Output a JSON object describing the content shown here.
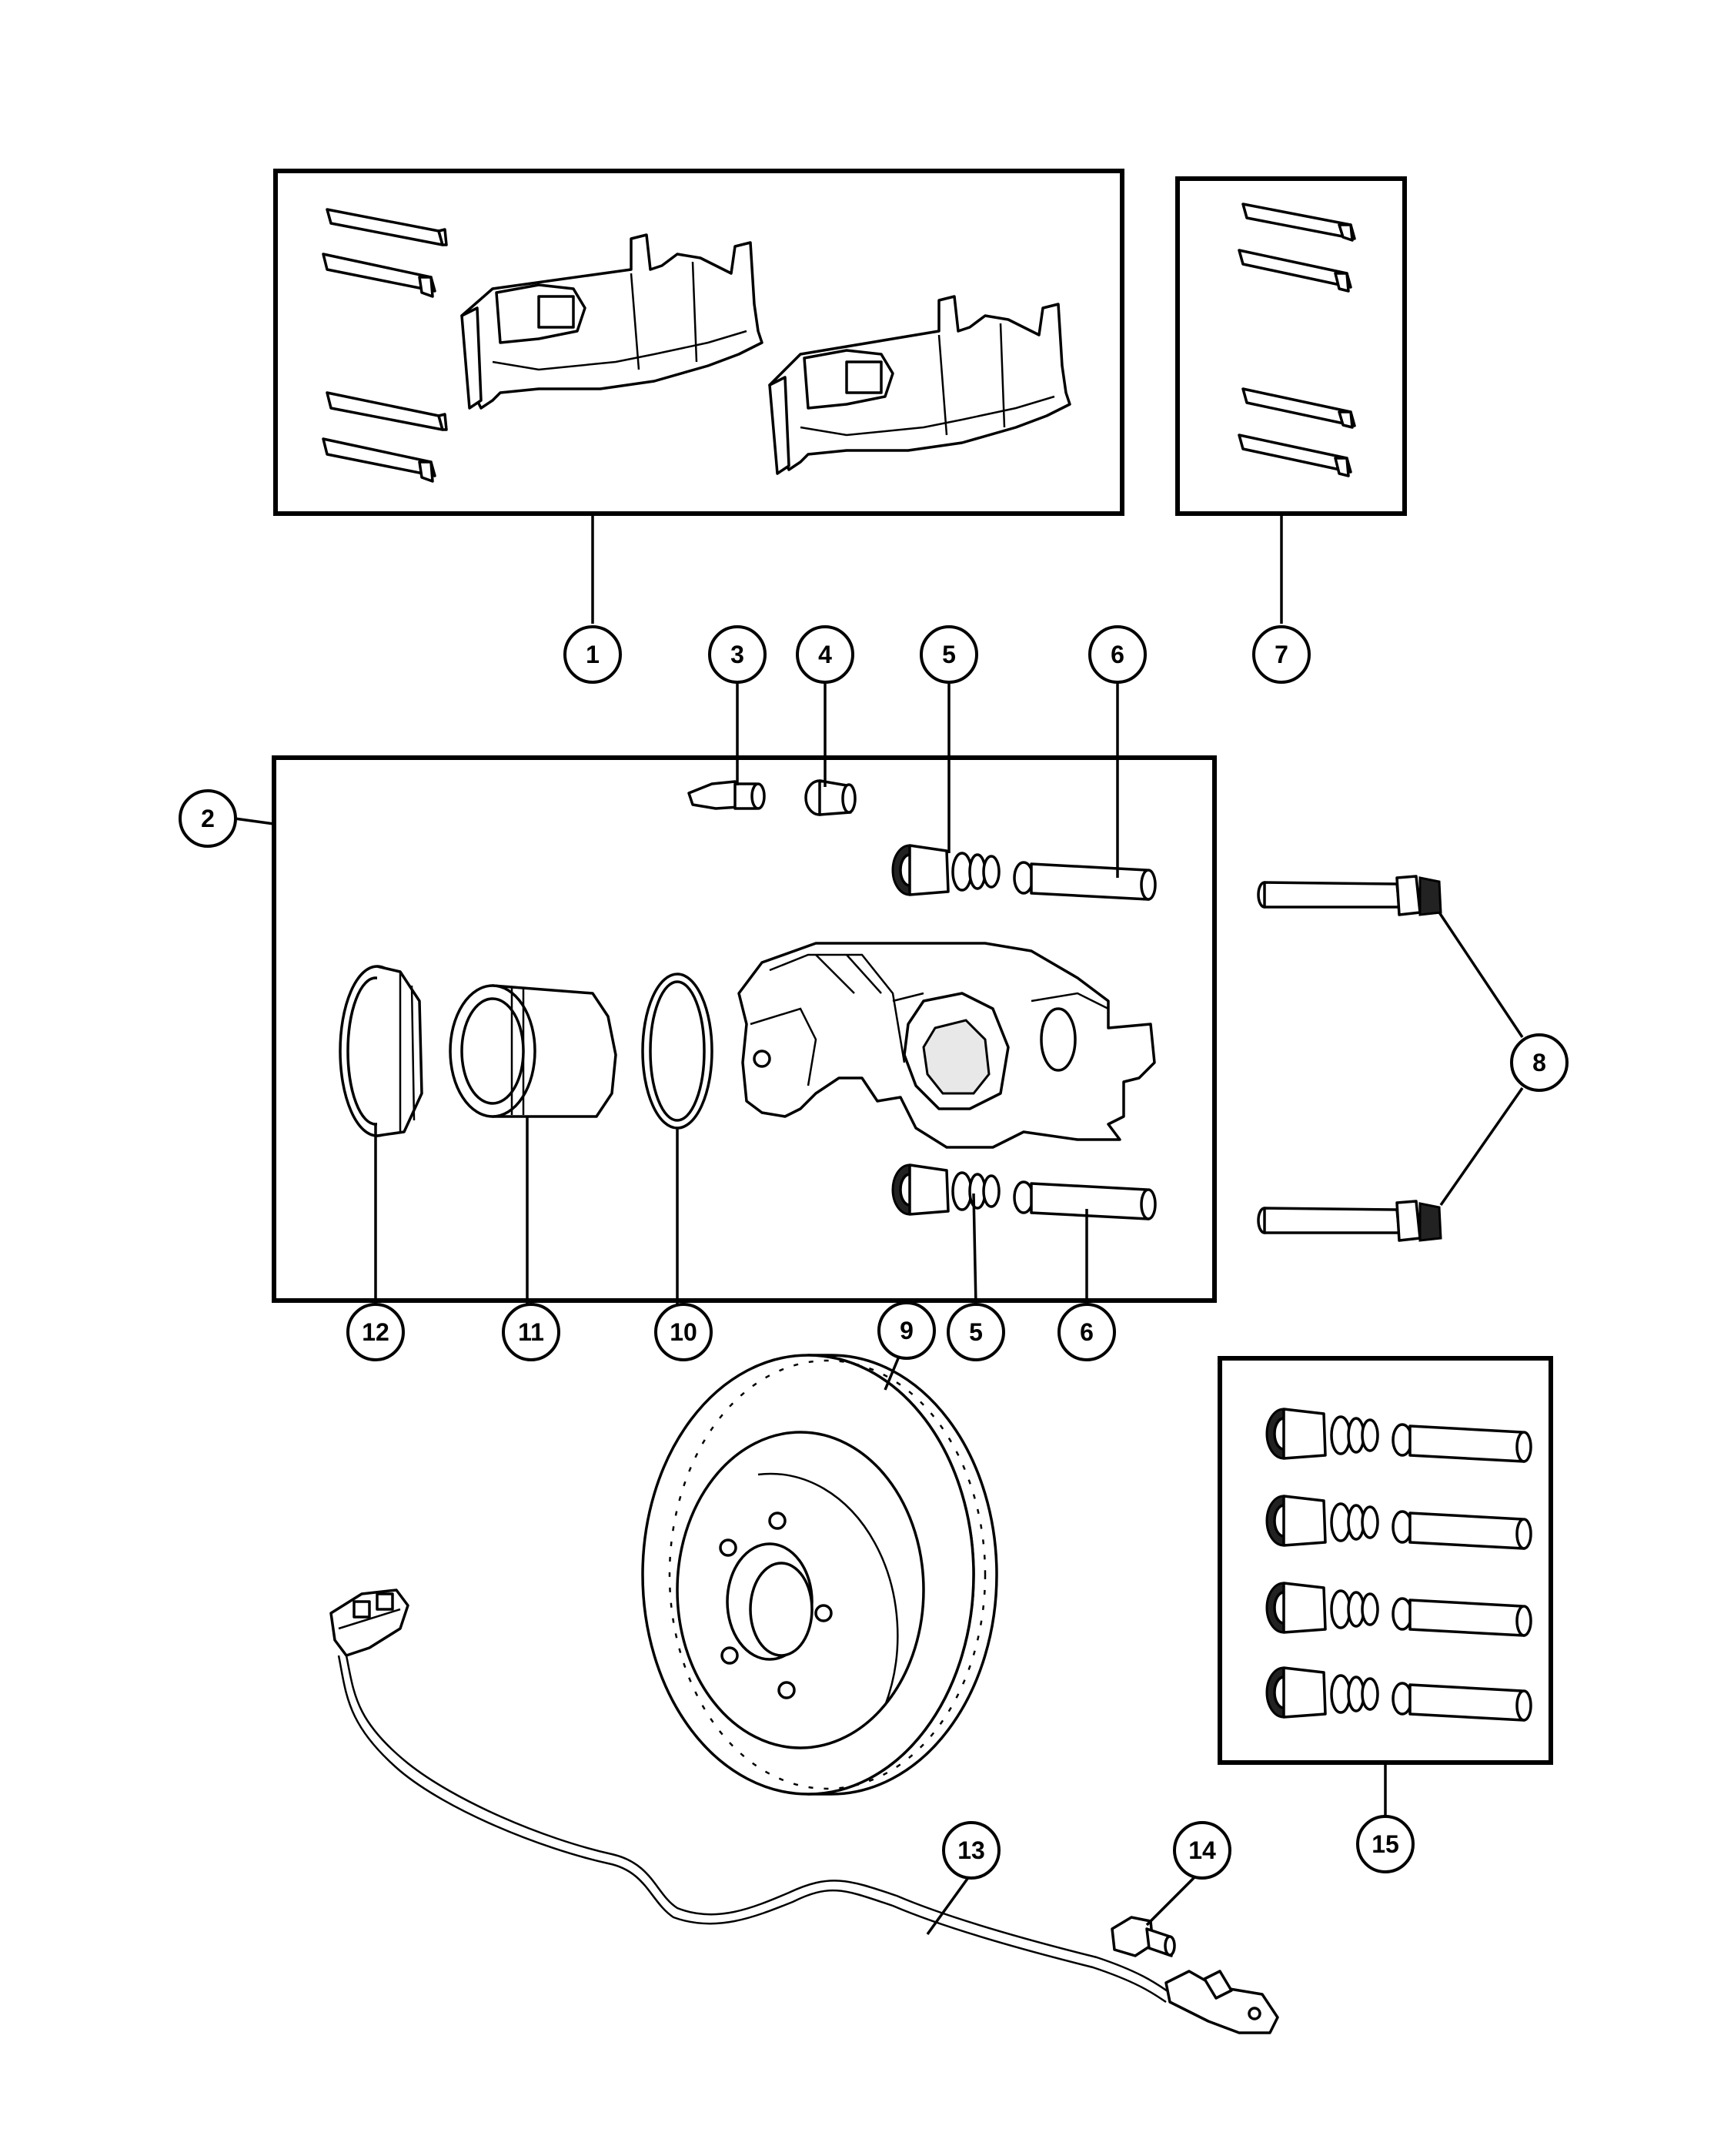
{
  "callouts": [
    {
      "id": "c1",
      "label": "1"
    },
    {
      "id": "c2",
      "label": "2"
    },
    {
      "id": "c3",
      "label": "3"
    },
    {
      "id": "c4",
      "label": "4"
    },
    {
      "id": "c5a",
      "label": "5"
    },
    {
      "id": "c5b",
      "label": "5"
    },
    {
      "id": "c6a",
      "label": "6"
    },
    {
      "id": "c6b",
      "label": "6"
    },
    {
      "id": "c7",
      "label": "7"
    },
    {
      "id": "c8",
      "label": "8"
    },
    {
      "id": "c9",
      "label": "9"
    },
    {
      "id": "c10",
      "label": "10"
    },
    {
      "id": "c11",
      "label": "11"
    },
    {
      "id": "c12",
      "label": "12"
    },
    {
      "id": "c13",
      "label": "13"
    },
    {
      "id": "c14",
      "label": "14"
    },
    {
      "id": "c15",
      "label": "15"
    }
  ],
  "parts": [
    {
      "callout": "1",
      "name": "brake-pad-kit"
    },
    {
      "callout": "2",
      "name": "brake-caliper-assembly"
    },
    {
      "callout": "3",
      "name": "bleeder-screw"
    },
    {
      "callout": "4",
      "name": "bleeder-cap"
    },
    {
      "callout": "5",
      "name": "guide-pin-boot"
    },
    {
      "callout": "6",
      "name": "guide-pin-bushing"
    },
    {
      "callout": "7",
      "name": "anti-rattle-clip-set"
    },
    {
      "callout": "8",
      "name": "caliper-guide-bolt"
    },
    {
      "callout": "9",
      "name": "brake-rotor"
    },
    {
      "callout": "10",
      "name": "piston-seal"
    },
    {
      "callout": "11",
      "name": "caliper-piston"
    },
    {
      "callout": "12",
      "name": "dust-boot"
    },
    {
      "callout": "13",
      "name": "wear-sensor-harness"
    },
    {
      "callout": "14",
      "name": "sensor-bolt"
    },
    {
      "callout": "15",
      "name": "guide-pin-kit"
    }
  ]
}
